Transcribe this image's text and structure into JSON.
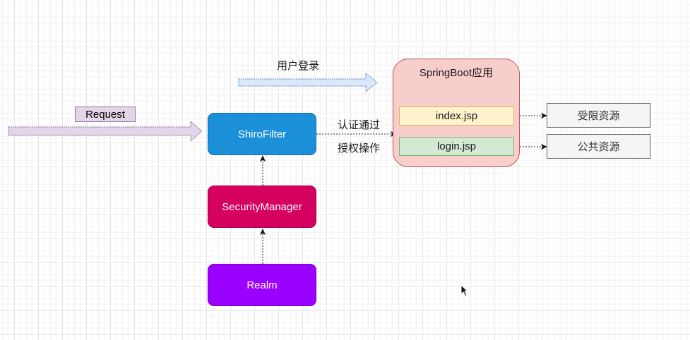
{
  "diagram": {
    "request": {
      "label": "Request",
      "arrow_color": "#e1d5e7",
      "arrow_border": "#9673a6"
    },
    "user_login": {
      "label": "用户登录",
      "arrow_color": "#dae8fc",
      "arrow_border": "#6c8ebf"
    },
    "shiro_filter": {
      "label": "ShiroFilter",
      "fill": "#1b8fd8"
    },
    "security_manager": {
      "label": "SecurityManager",
      "fill": "#d5005f"
    },
    "realm": {
      "label": "Realm",
      "fill": "#9900ff"
    },
    "edge_labels": {
      "auth_passed": "认证通过",
      "authorize_op": "授权操作"
    },
    "springboot": {
      "title": "SpringBoot应用",
      "fill": "#f8cecc",
      "border": "#b85450",
      "pages": [
        {
          "label": "index.jsp",
          "fill": "#fff2cc",
          "border": "#d6b656"
        },
        {
          "label": "login.jsp",
          "fill": "#d5e8d4",
          "border": "#82b366"
        }
      ]
    },
    "resources": [
      {
        "label": "受限资源",
        "fill": "#f5f5f5",
        "border": "#666666"
      },
      {
        "label": "公共资源",
        "fill": "#f5f5f5",
        "border": "#666666"
      }
    ]
  }
}
